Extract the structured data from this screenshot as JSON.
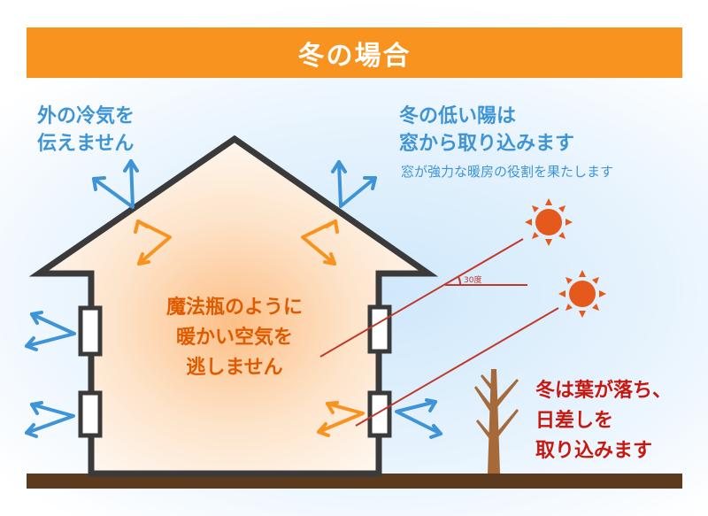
{
  "title": "冬の場合",
  "labels": {
    "insulation": [
      "外の冷気を",
      "伝えません"
    ],
    "low_sun": [
      "冬の低い陽は",
      "窓から取り込みます"
    ],
    "low_sun_note": "窓が強力な暖房の役割を果たします",
    "thermos": [
      "魔法瓶のように",
      "暖かい空気を",
      "逃しません"
    ],
    "tree": [
      "冬は葉が落ち、",
      "日差しを",
      "取り込みます"
    ],
    "angle": "30度"
  },
  "icons": [
    "sun-icon",
    "sun-icon",
    "bare-tree-icon",
    "arrow-icon"
  ],
  "colors": {
    "title_bar": "#f7931e",
    "blue_text": "#3f94d6",
    "orange_text": "#e05a00",
    "red_text": "#c8170f",
    "house_outline": "#3a3a3a",
    "ground": "#5c3a1e",
    "sun": "#e55a1c",
    "sun_ray": "#c0392b"
  }
}
